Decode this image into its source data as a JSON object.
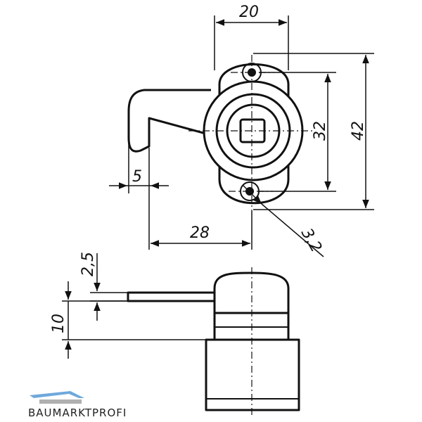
{
  "drawing": {
    "top_view": {
      "dim_width": "20",
      "dim_hole_spacing": "32",
      "dim_height": "42",
      "dim_tongue": "5",
      "dim_reach": "28",
      "dim_hole_diameter": "3,2"
    },
    "side_view": {
      "dim_thickness": "2,5",
      "dim_offset": "10"
    }
  },
  "brand": {
    "name": "BAUMARKTPROFI",
    "colors": {
      "roof": "#6fa8dc",
      "text": "#222222"
    }
  }
}
